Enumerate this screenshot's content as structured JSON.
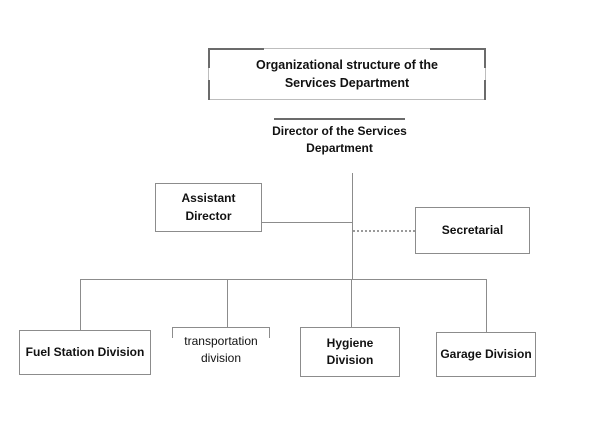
{
  "diagram": {
    "type": "organizational-chart",
    "background_color": "#ffffff",
    "line_color": "#8c8c8c",
    "text_color": "#111111",
    "title": {
      "lines": [
        "Organizational structure of the",
        "Services Department"
      ],
      "style": "bracket-box"
    },
    "nodes": [
      {
        "id": "director",
        "lines": [
          "Director of the Services",
          "Department"
        ],
        "style": "top-line-only",
        "level": 1
      },
      {
        "id": "assistant-director",
        "lines": [
          "Assistant",
          "Director"
        ],
        "style": "boxed",
        "level": 2,
        "side": "left"
      },
      {
        "id": "secretarial",
        "lines": [
          "Secretarial"
        ],
        "style": "boxed",
        "level": 2,
        "side": "right",
        "connector": "dotted"
      },
      {
        "id": "fuel-station-division",
        "lines": [
          "Fuel Station Division"
        ],
        "style": "boxed",
        "level": 3
      },
      {
        "id": "transportation-division",
        "lines": [
          "transportation",
          "division"
        ],
        "style": "bracket",
        "level": 3
      },
      {
        "id": "hygiene-division",
        "lines": [
          "Hygiene",
          "Division"
        ],
        "style": "boxed",
        "level": 3
      },
      {
        "id": "garage-division",
        "lines": [
          "Garage Division"
        ],
        "style": "boxed",
        "level": 3
      }
    ]
  }
}
